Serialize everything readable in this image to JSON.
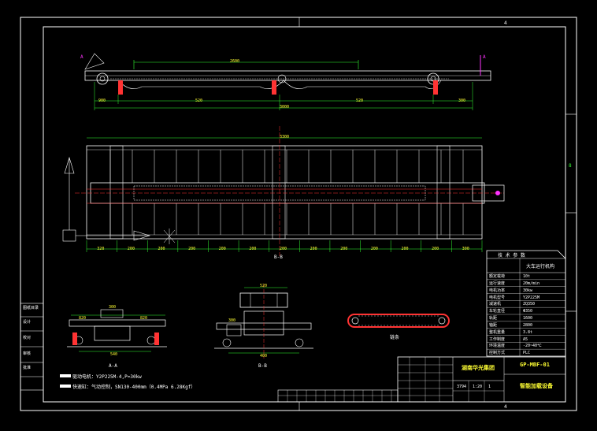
{
  "drawing": {
    "colors": {
      "background": "#000000",
      "frame": "#ffffff",
      "dimension": "#33ff33",
      "axis": "#ff3333",
      "marker": "#ff33ff",
      "highlight": "#ffff33",
      "part": "#ffffff"
    },
    "margin_mark_top": "4",
    "margin_mark_bottom": "4",
    "margin_mark_right": "8",
    "top_view": {
      "overall_dim": "3000",
      "segment_dims": [
        "900",
        "520",
        "520",
        "300"
      ],
      "top_dim": "2600",
      "section_markers": [
        "A",
        "A"
      ]
    },
    "plan_view": {
      "overall_dim": "3300",
      "bottom_dims": [
        "320",
        "200",
        "200",
        "200",
        "200",
        "200",
        "200",
        "200",
        "200",
        "200",
        "200",
        "200",
        "300"
      ],
      "view_label": "B-B"
    },
    "side_view_left": {
      "label": "A-A",
      "dims": [
        "820",
        "820",
        "540",
        "300"
      ]
    },
    "side_view_right": {
      "label": "B-B",
      "dims": [
        "520",
        "400",
        "300"
      ]
    },
    "chain_view": {
      "label": "链条"
    },
    "notes": {
      "line1": "驱动电机：Y2P225M-4,P=30kw",
      "line2": "快速缸：气动控制，SN130-400mm（0.4MPa  6.28Kgf）"
    },
    "title_block": {
      "company": "湖南华光集团",
      "drawing_no": "GP-MBF-01",
      "name": "智能加载设备",
      "scale": "1:20",
      "sheet": "1",
      "weight": "3794"
    },
    "spec_table": {
      "header": "技 术 参 数",
      "subtitle": "大车运行机构",
      "rows": [
        {
          "k": "额定载荷",
          "v": "10t"
        },
        {
          "k": "运行速度",
          "v": "20m/min"
        },
        {
          "k": "电机功率",
          "v": "30kw"
        },
        {
          "k": "电机型号",
          "v": "Y2P225M"
        },
        {
          "k": "减速机",
          "v": "ZQ350"
        },
        {
          "k": "车轮直径",
          "v": "Φ350"
        },
        {
          "k": "轨距",
          "v": "1600"
        },
        {
          "k": "轴距",
          "v": "2800"
        },
        {
          "k": "整机重量",
          "v": "3.8t"
        },
        {
          "k": "工作制度",
          "v": "A5"
        },
        {
          "k": "环境温度",
          "v": "-20~40℃"
        },
        {
          "k": "控制方式",
          "v": "PLC"
        }
      ]
    },
    "left_strip": [
      "图纸目录",
      "设计",
      "校对",
      "审核",
      "批准"
    ]
  }
}
